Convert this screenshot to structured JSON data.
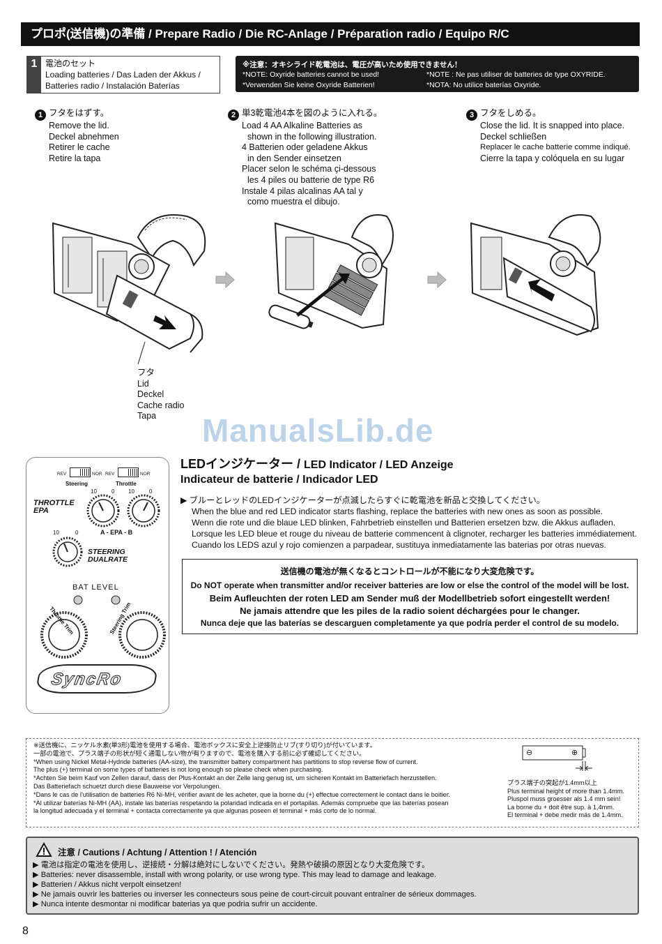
{
  "header": {
    "title": "プロポ(送信機)の準備 / Prepare Radio / Die RC-Anlage / Préparation radio / Equipo R/C"
  },
  "step": {
    "number": "1",
    "lines": [
      "電池のセット",
      "Loading batteries / Das Laden der Akkus /",
      "Batteries radio / Instalación Baterías"
    ]
  },
  "note": {
    "jp": "※注意：オキシライド乾電池は、電圧が高いため使用できません！",
    "en": "*NOTE: Oxyride batteries cannot be used!",
    "de": "*Verwenden Sie keine Oxyride Batterien!",
    "fr": "*NOTE : Ne pas utiliser de batteries de type OXYRIDE.",
    "es": "*NOTA: No utilice baterías Oxyride."
  },
  "instructions": [
    {
      "num": "1",
      "lines": [
        "フタをはずす。",
        "Remove the lid.",
        "Deckel abnehmen",
        "Retirer le cache",
        "Retire la tapa"
      ]
    },
    {
      "num": "2",
      "lines": [
        "単3乾電池4本を図のように入れる。",
        "Load 4 AA Alkaline Batteries as",
        "shown in the following illustration.",
        "4 Batterien oder geladene Akkus",
        "in den Sender einsetzen",
        "Placer selon le schéma çi-dessous",
        "les 4 piles ou batterie de type R6",
        "Instale 4 pilas  alcalinas AA tal y",
        "como muestra el dibujo."
      ]
    },
    {
      "num": "3",
      "lines": [
        "フタをしめる。",
        "Close the lid. It is snapped into place.",
        "Deckel schließen",
        "Replacer le cache batterie comme indiqué.",
        "Cierre la tapa y colóquela en su lugar"
      ]
    }
  ],
  "lid_labels": [
    "フタ",
    "Lid",
    "Deckel",
    "Cache radio",
    "Tapa"
  ],
  "watermark": "ManualsLib.de",
  "led": {
    "title_line1_jp": "LEDインジケーター / ",
    "title_line1_rest": "LED Indicator   / LED Anzeige",
    "title_line2": "Indicateur de batterie / Indicador LED",
    "lines": [
      "▶ ブルーとレッドのLEDインジケーターが点滅したらすぐに乾電池を新品と交換してください。",
      "When the blue and red LED indicator starts flashing, replace the batteries with new ones as soon as possible.",
      "Wenn die rote und die blaue LED blinken, Fahrbetrieb einstellen und Batterien ersetzen bzw. die Akkus aufladen.",
      "Lorsque les LED bleue et rouge du niveau de batterie commencent à clignoter, recharger les batteries immédiatement.",
      "Cuando los LEDS azul y rojo comienzen a parpadear, sustituya inmediatamente las baterias por otras nuevas."
    ]
  },
  "warning": {
    "jp": "送信機の電池が無くなるとコントロールが不能になり大変危険です。",
    "en": "Do NOT operate when transmitter and/or receiver batteries are low or else the control of the model will be lost.",
    "de": "Beim Aufleuchten der roten LED am Sender muß der Modellbetrieb sofort eingestellt werden!",
    "fr": "Ne jamais attendre que les piles de la radio soient déchargées pour le changer.",
    "es": "Nunca deje que las baterías se descarguen completamente ya que podría perder el control de su modelo."
  },
  "panel": {
    "rev1": "REV",
    "nor1": "NOR",
    "rev2": "REV",
    "nor2": "NOR",
    "steering": "Steering",
    "throttle": "Throttle",
    "throttle_epa": [
      "THROTTLE",
      "EPA"
    ],
    "epa_label": "A - EPA - B",
    "ticks_a": [
      "10",
      "0"
    ],
    "ticks_b": [
      "10",
      "0"
    ],
    "ticks_c": [
      "10",
      "0"
    ],
    "steering_dualrate": [
      "STEERING",
      "DUALRATE"
    ],
    "bat_level": "BAT LEVEL",
    "throttle_trim": "Throttle Trim",
    "steering_trim": "Steering Trim",
    "logo": "SyncRo"
  },
  "bottom_note": {
    "lines": [
      "※送信機に、ニッケル水素(単3形)電池を使用する場合、電池ボックスに安全上逆接防止リブ(すり切り)が付いています。",
      "  一部の電池で、プラス端子の形状が短く通電しない物が有りますので、電池を購入する前に必ず確認してください。",
      "*When using Nickel Metal-Hydride batteries (AA-size), the transmitter battery compartment has partitions to stop reverse flow of current.",
      "  The plus (+) terminal on some types of batteries is not long enough so please check when purchasing.",
      "*Achten Sie beim Kauf von Zellen darauf, dass der Plus-Kontakt an der Zelle lang genug ist, um sicheren Kontakt im Batteriefach herzustellen.",
      "  Das Batteriefach schuetzt durch diese Bauweise vor Verpolungen.",
      "*Dans le cas de l'utilisation de batteries R6 Ni-MH, vérifier avant de les acheter, que la borne du (+) effectue correctement le contact dans le boitier.",
      "*Al utilizar baterías Ni-MH (AA), instale las baterías respetando la polaridad indicada en el portapilas.  Además compruebe que las baterías posean",
      "  la longitud adecuada y el terminal + contacta correctamente ya que algunas poseen el terminal + más corto de lo normal."
    ],
    "terminal_lines": [
      "プラス端子の突起が1.4mm以上",
      "Plus terminal height of more than 1.4mm.",
      "Pluspol muss groesser als 1.4 mm sein!",
      "La borne du + doit être sup. à 1,4mm.",
      "El terminal + debe medir más de 1.4mm."
    ],
    "minus": "⊖",
    "plus": "⊕"
  },
  "cautions": {
    "title": "注意 / Cautions / Achtung / Attention ! / Atención",
    "items": [
      "▶ 電池は指定の電池を使用し、逆接続・分解は絶対にしないでください。発熱や破損の原因となり大変危険です。",
      "▶ Batteries: never disassemble, install with wrong polarity, or use wrong type. This may lead to damage and leakage.",
      "▶ Batterien / Akkus nicht verpolt einsetzen!",
      "▶ Ne jamais ouvrir les batteries ou inverser les connecteurs sous peine de court-circuit pouvant entraîner de sérieux dommages.",
      "▶ Nunca intente desmontar ni modificar baterias ya que podria sufrir un accidente."
    ]
  },
  "page_number": "8"
}
